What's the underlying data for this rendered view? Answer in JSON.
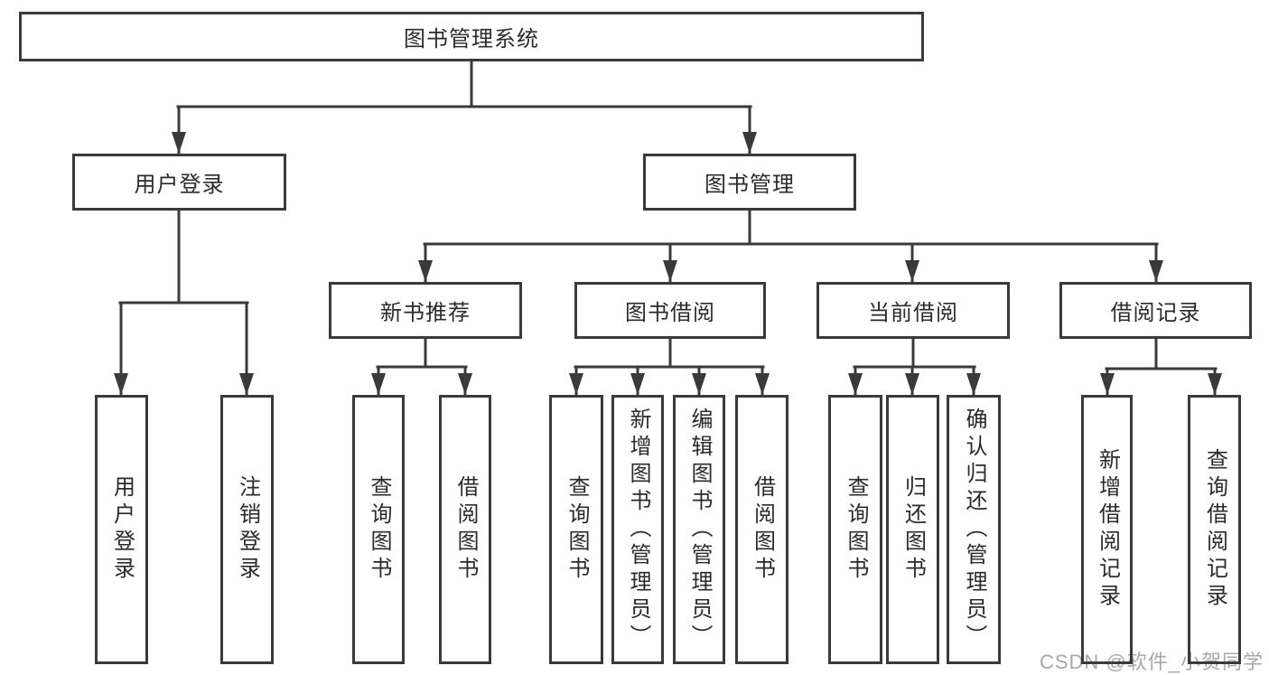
{
  "diagram_type": "hierarchy-tree",
  "colors": {
    "line": "#3a3a3c",
    "box_border": "#3a3a3c",
    "box_fill": "#ffffff",
    "text": "#2b2b2b",
    "background": "#ffffff",
    "watermark": "#a8a8a8"
  },
  "tree": {
    "label": "图书管理系统",
    "children": [
      {
        "label": "用户登录",
        "children": [
          {
            "label": "用户登录"
          },
          {
            "label": "注销登录"
          }
        ]
      },
      {
        "label": "图书管理",
        "children": [
          {
            "label": "新书推荐",
            "children": [
              {
                "label": "查询图书"
              },
              {
                "label": "借阅图书"
              }
            ]
          },
          {
            "label": "图书借阅",
            "children": [
              {
                "label": "查询图书"
              },
              {
                "label": "新增图书（管理员）"
              },
              {
                "label": "编辑图书（管理员）"
              },
              {
                "label": "借阅图书"
              }
            ]
          },
          {
            "label": "当前借阅",
            "children": [
              {
                "label": "查询图书"
              },
              {
                "label": "归还图书"
              },
              {
                "label": "确认归还（管理员）"
              }
            ]
          },
          {
            "label": "借阅记录",
            "children": [
              {
                "label": "新增借阅记录"
              },
              {
                "label": "查询借阅记录"
              }
            ]
          }
        ]
      }
    ]
  },
  "watermark": {
    "text": "CSDN @软件_小贺同学"
  }
}
